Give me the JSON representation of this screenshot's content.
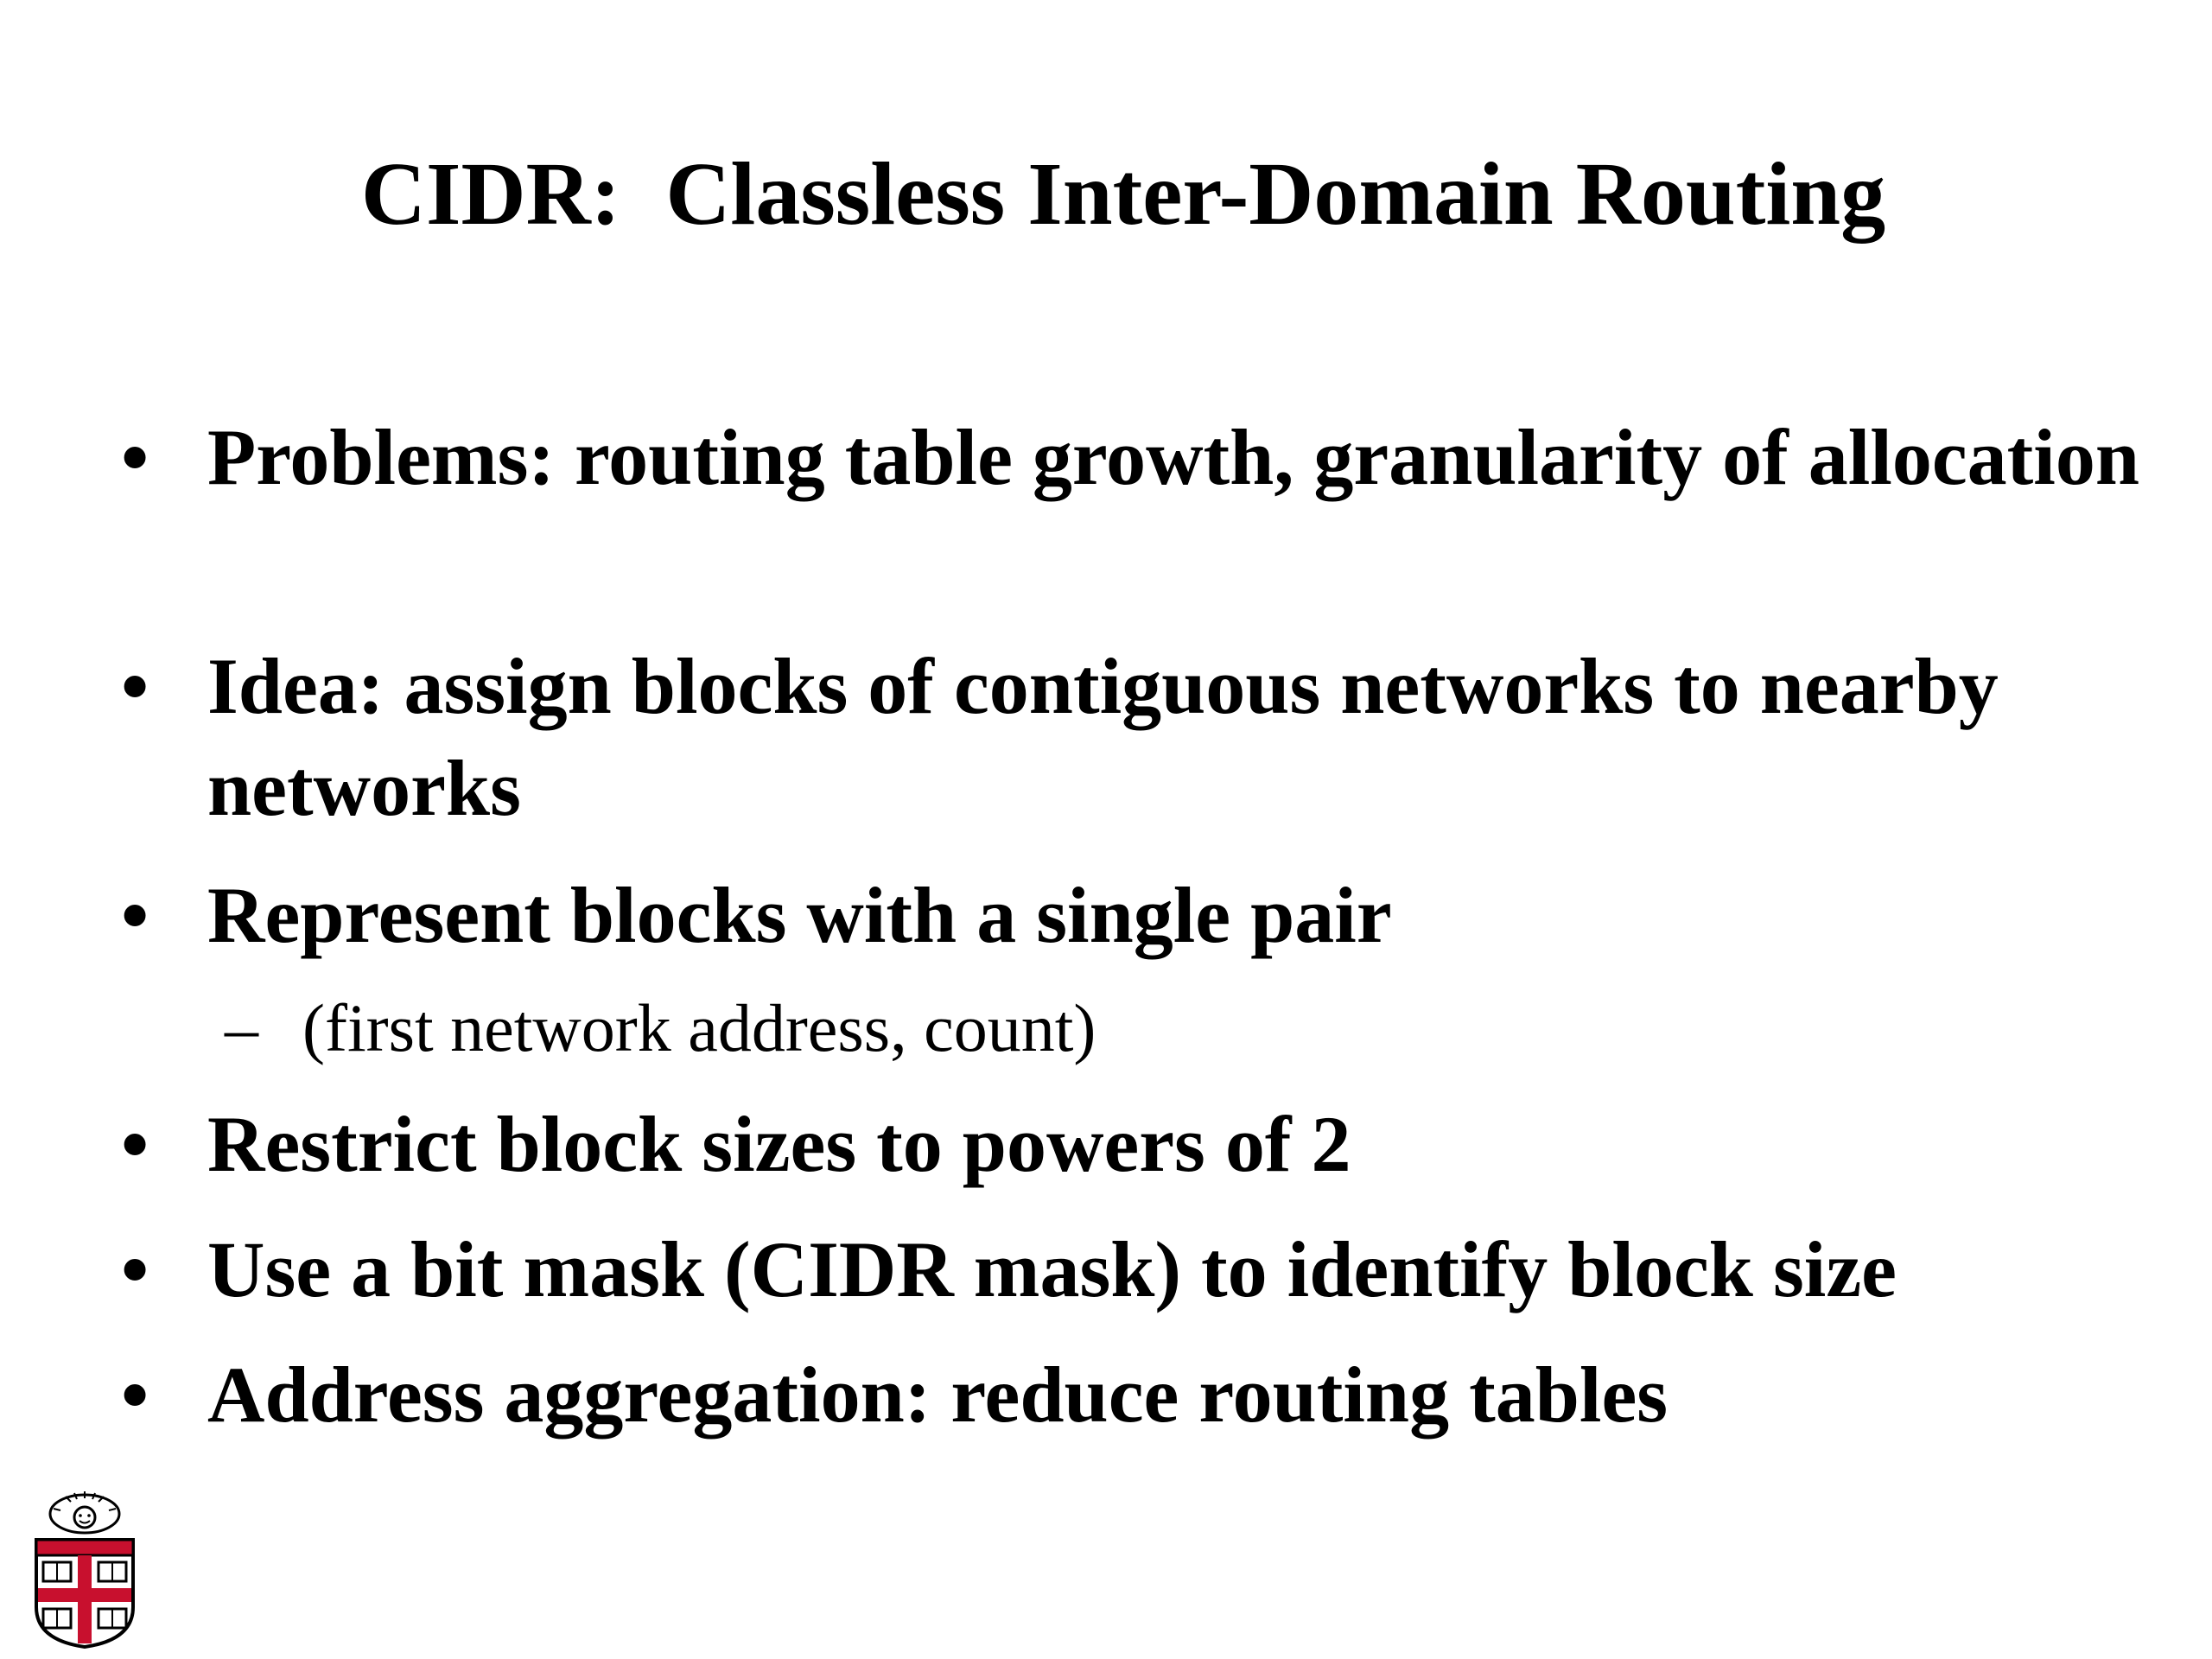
{
  "slide": {
    "title": "CIDR:  Classless Inter-Domain Routing",
    "bullets": [
      {
        "text": "Problems: routing table growth, granularity of allocation"
      },
      {
        "text": "Idea: assign blocks of contiguous networks to nearby networks"
      },
      {
        "text": "Represent blocks with a single pair"
      },
      {
        "text": "Restrict block sizes to powers of 2"
      },
      {
        "text": "Use a bit mask (CIDR mask) to identify block size"
      },
      {
        "text": "Address aggregation: reduce routing tables"
      }
    ],
    "sub_bullets": [
      {
        "text": "(first network address, count)"
      }
    ],
    "bullet_glyph": "•",
    "dash_glyph": "–"
  },
  "colors": {
    "text": "#000000",
    "logo_red": "#c8102e",
    "background": "#ffffff"
  },
  "icons": {
    "logo": "university-crest-icon"
  }
}
